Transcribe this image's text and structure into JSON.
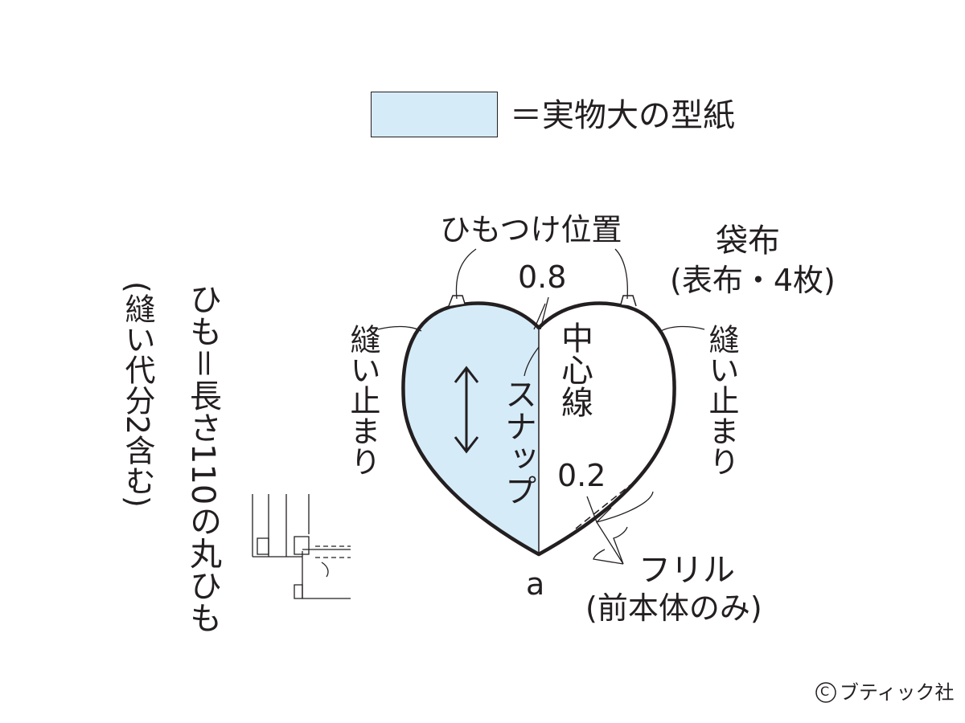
{
  "legend": {
    "swatch_color": "#d6ebf8",
    "text": "＝実物大の型紙"
  },
  "labels": {
    "himo_position": "ひもつけ位置",
    "bag_cloth": "袋布",
    "bag_cloth_note": "(表布・4枚)",
    "dim_top": "0.8",
    "dim_bottom": "0.2",
    "center_line": "中心線",
    "snap": "スナップ",
    "stop_left": "縫い止まり",
    "stop_right": "縫い止まり",
    "point_a": "a",
    "frill": "フリル",
    "frill_note": "(前本体のみ)",
    "himo_length": "ひも＝長さ110の丸ひも",
    "seam_allowance": "(縫い代分2含む)",
    "copyright_symbol": "C",
    "copyright_text": "ブティック社"
  },
  "colors": {
    "line": "#231f20",
    "fill": "#d6ebf8"
  }
}
